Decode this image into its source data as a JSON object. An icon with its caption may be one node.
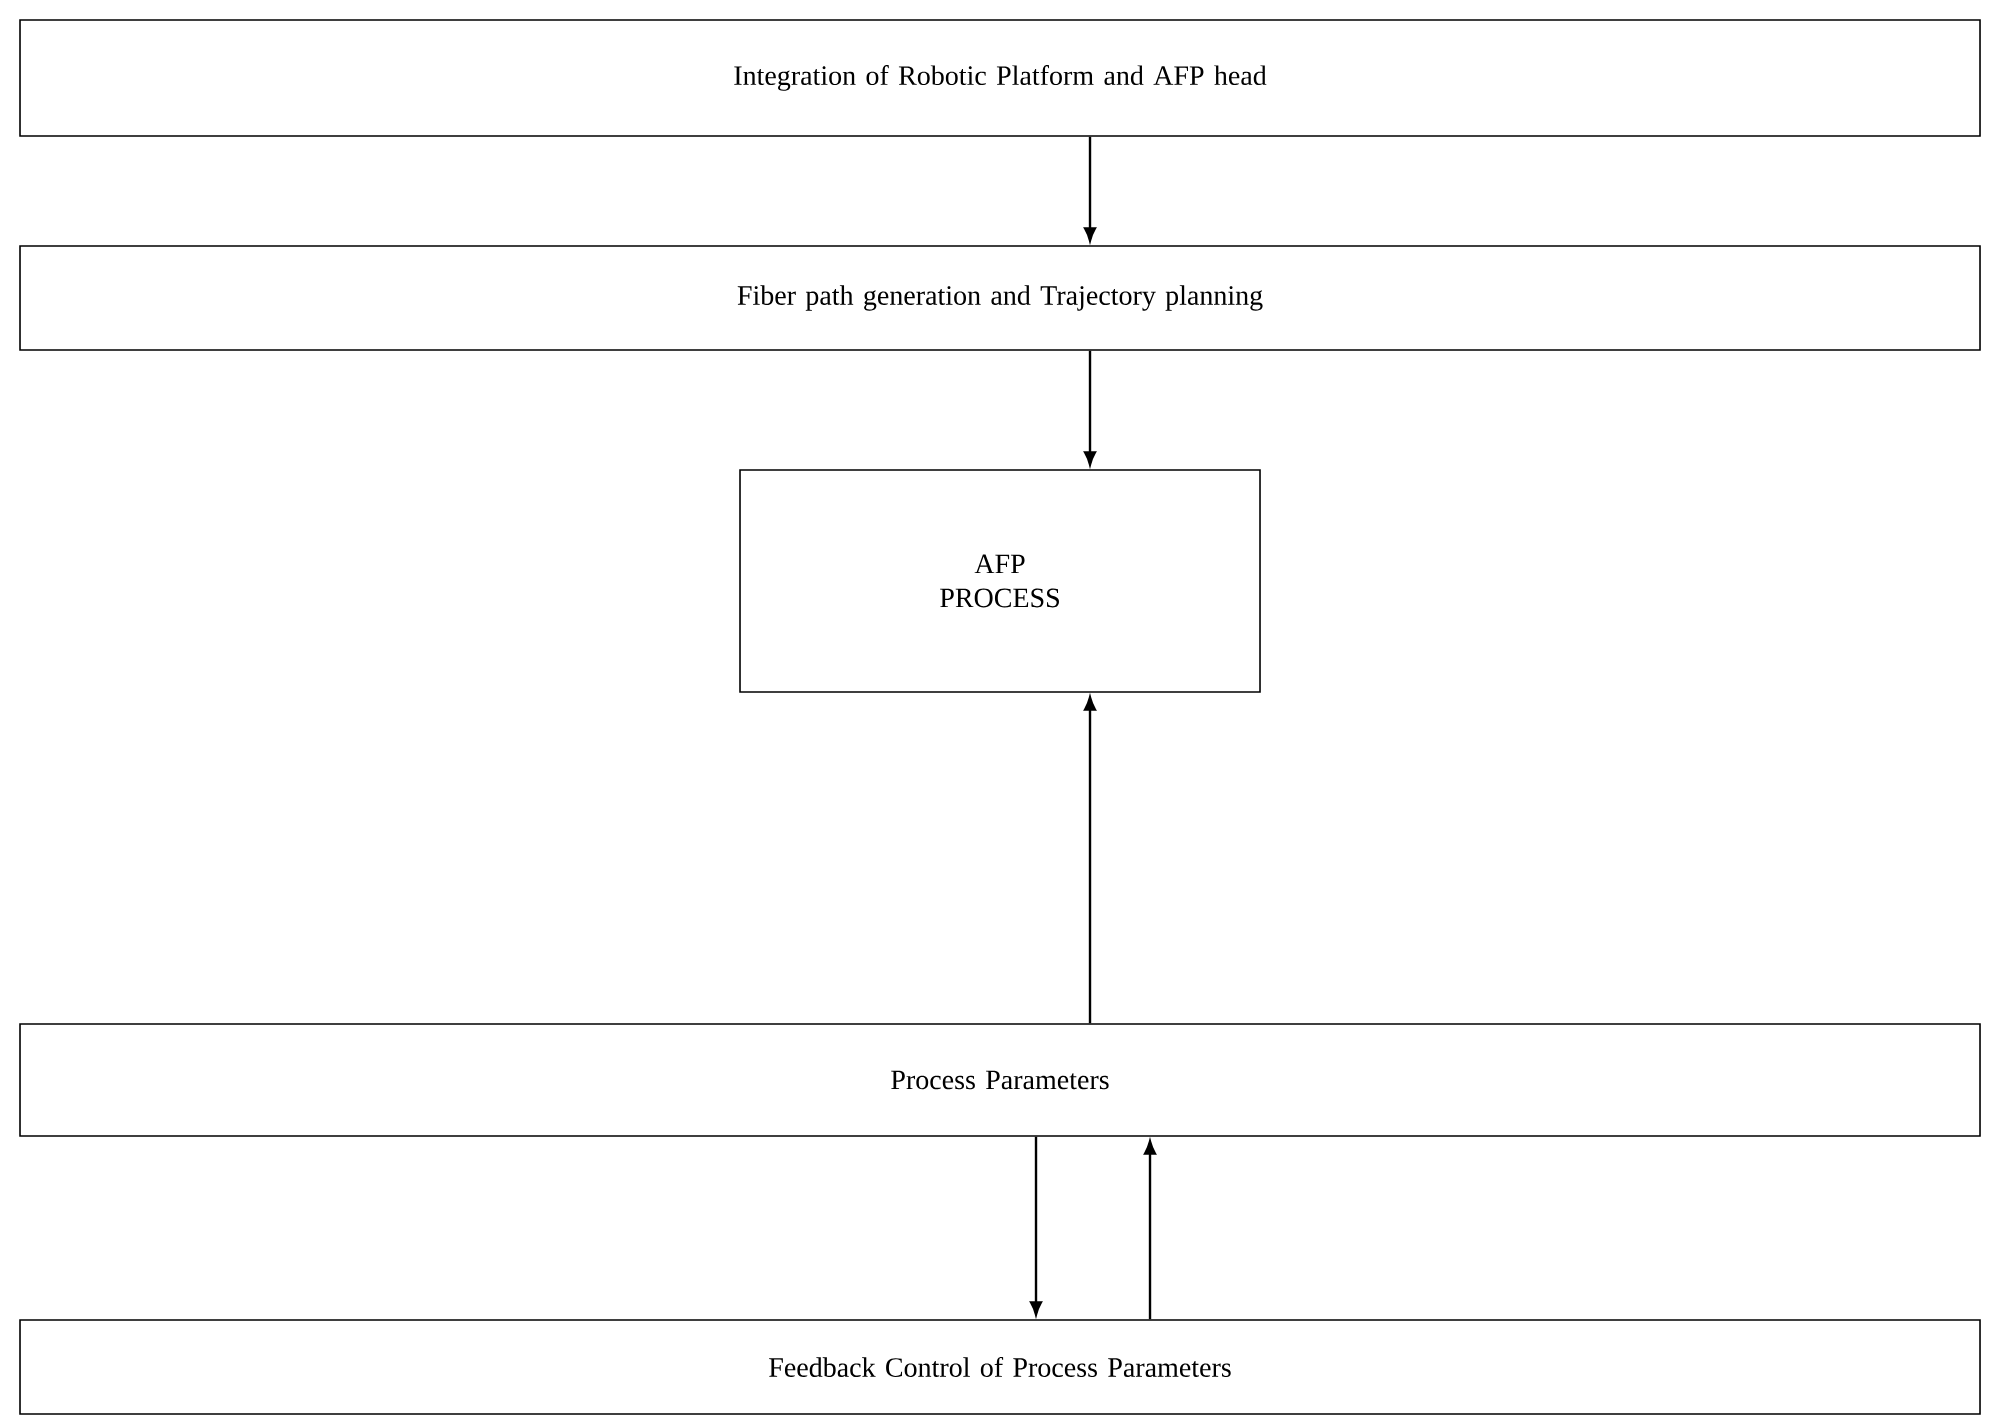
{
  "diagram": {
    "nodes": [
      {
        "text": [
          "Integration of Robotic Platform and AFP head"
        ]
      },
      {
        "text": [
          "Fiber path generation and Trajectory planning"
        ]
      },
      {
        "text": [
          "AFP PROCESS"
        ]
      },
      {
        "text": [
          "Process Parameters"
        ]
      },
      {
        "text": [
          "Feedback Control of Process Parameters"
        ]
      }
    ],
    "edges": [
      {
        "from": 0,
        "to": 1,
        "arrow": "to"
      },
      {
        "from": 1,
        "to": 2,
        "arrow": "to"
      },
      {
        "from": 3,
        "to": 2,
        "arrow": "to"
      },
      {
        "from": 3,
        "to": 4,
        "arrow": "to"
      },
      {
        "from": 4,
        "to": 3,
        "arrow": "to"
      }
    ]
  }
}
